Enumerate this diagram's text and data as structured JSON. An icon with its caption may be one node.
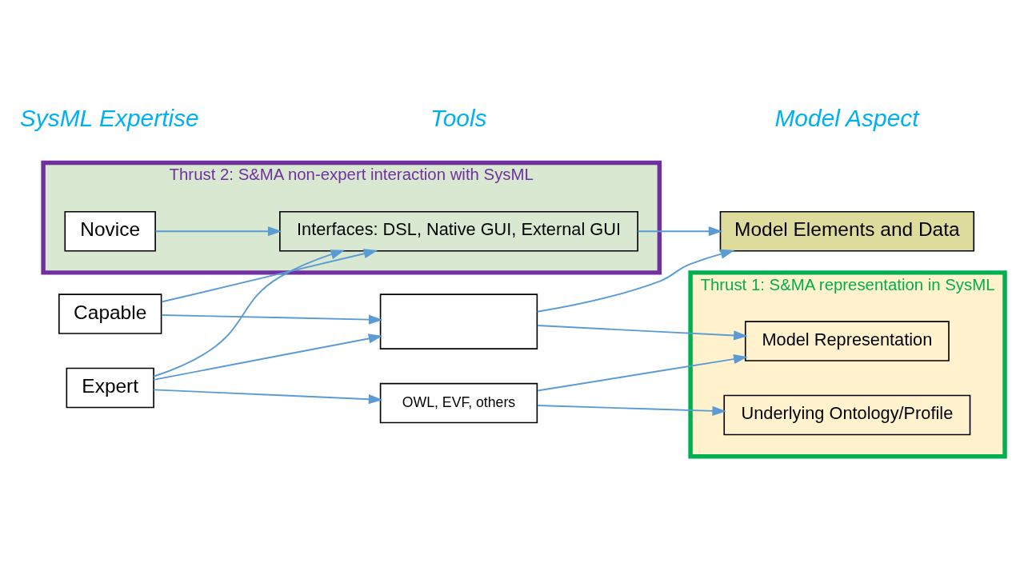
{
  "diagram": {
    "nodes": [
      {
        "text": [
          "Thrust 2: S&MA non-expert interaction with SysML"
        ]
      },
      {
        "text": [
          "Thrust 1: S&MA representation in SysML"
        ]
      },
      {
        "text": [
          "Novice"
        ],
        "in": 0
      },
      {
        "text": [
          "Interfaces: DSL, Native GUI, External GUI"
        ],
        "in": 0
      },
      {
        "text": [
          "Model Elements and Data"
        ]
      },
      {
        "text": [
          "Capable"
        ]
      },
      {
        "text": [],
        "shape": "box"
      },
      {
        "text": [
          "Expert"
        ]
      },
      {
        "text": [
          "OWL, EVF, others"
        ]
      },
      {
        "text": [
          "Model Representation"
        ],
        "in": 1
      },
      {
        "text": [
          "Underlying Ontology/Profile"
        ],
        "in": 1
      }
    ],
    "edges": [
      {
        "from": 2,
        "to": 3,
        "arrow": "to"
      },
      {
        "from": 5,
        "to": 3,
        "arrow": "to"
      },
      {
        "from": 5,
        "to": 6,
        "arrow": "to"
      },
      {
        "from": 7,
        "to": 3,
        "arrow": "to"
      },
      {
        "from": 7,
        "to": 6,
        "arrow": "to"
      },
      {
        "from": 7,
        "to": 8,
        "arrow": "to"
      },
      {
        "from": 3,
        "to": 4,
        "arrow": "to"
      },
      {
        "from": 6,
        "to": 4,
        "arrow": "to"
      },
      {
        "from": 6,
        "to": 9,
        "arrow": "to"
      },
      {
        "from": 8,
        "to": 9,
        "arrow": "to"
      },
      {
        "from": 8,
        "to": 10,
        "arrow": "to"
      }
    ],
    "labels": [
      "SysML Expertise",
      "Tools",
      "Model Aspect"
    ]
  }
}
